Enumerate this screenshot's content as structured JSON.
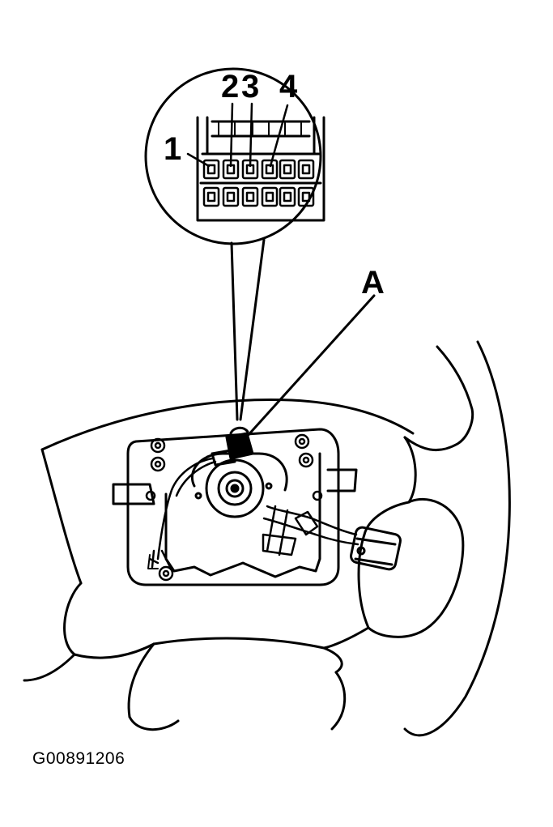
{
  "diagram": {
    "callouts": {
      "pin_1": "1",
      "pin_2": "2",
      "pin_3": "3",
      "pin_4": "4",
      "connector_a": "A"
    },
    "figure_id": "G00891206",
    "colors": {
      "ink": "#000000",
      "paper": "#ffffff"
    }
  }
}
